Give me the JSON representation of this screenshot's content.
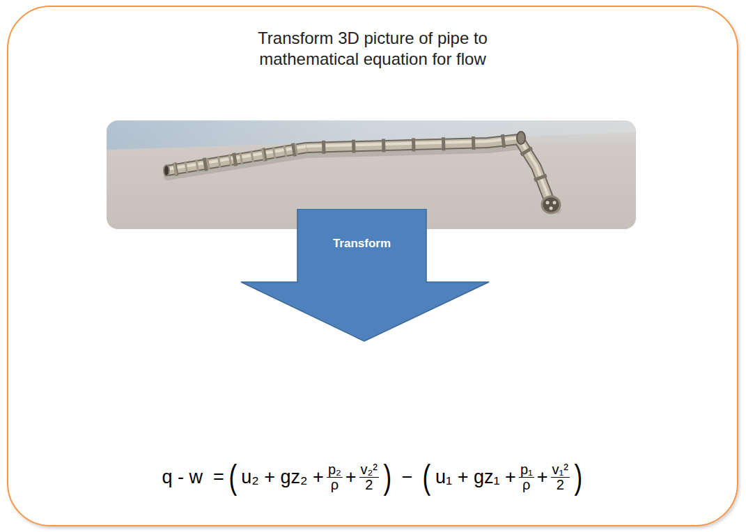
{
  "diagram": {
    "nodes": [
      {
        "text": [
          "Transform 3D picture of pipe to mathematical equation for flow"
        ]
      },
      {
        "text": [
          "Transform"
        ],
        "in": 0
      }
    ],
    "labels": [
      "q - w  =",
      "(",
      "u₂ + gz₂ +",
      "p₂",
      "ρ",
      "+",
      "v₂²",
      "2",
      ")",
      "−",
      "(",
      "u₁ + gz₁ +",
      "p₁",
      "ρ",
      "+",
      "v₁²",
      "2",
      ")"
    ]
  }
}
